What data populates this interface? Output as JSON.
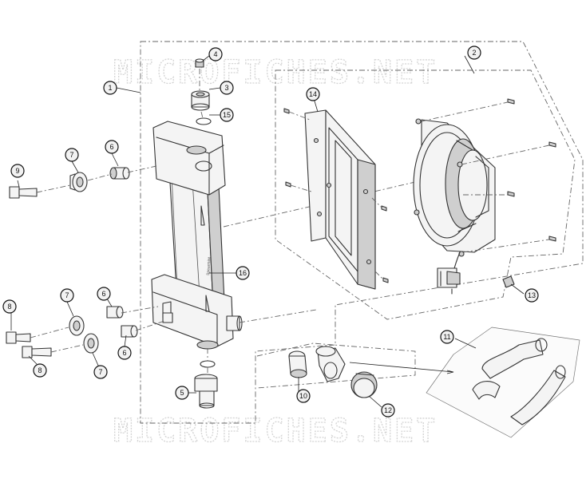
{
  "watermark": {
    "top_text": "MICROFICHES.NET",
    "bottom_text": "MICROFICHES.NET"
  },
  "radiator_brand": "Spearmint",
  "callouts": [
    {
      "id": "c1",
      "label": "1"
    },
    {
      "id": "c2",
      "label": "2"
    },
    {
      "id": "c3",
      "label": "3"
    },
    {
      "id": "c4",
      "label": "4"
    },
    {
      "id": "c5",
      "label": "5"
    },
    {
      "id": "c6a",
      "label": "6"
    },
    {
      "id": "c6b",
      "label": "6"
    },
    {
      "id": "c6c",
      "label": "6"
    },
    {
      "id": "c7a",
      "label": "7"
    },
    {
      "id": "c7b",
      "label": "7"
    },
    {
      "id": "c7c",
      "label": "7"
    },
    {
      "id": "c8a",
      "label": "8"
    },
    {
      "id": "c8b",
      "label": "8"
    },
    {
      "id": "c9",
      "label": "9"
    },
    {
      "id": "c10",
      "label": "10"
    },
    {
      "id": "c11",
      "label": "11"
    },
    {
      "id": "c12",
      "label": "12"
    },
    {
      "id": "c13",
      "label": "13"
    },
    {
      "id": "c14",
      "label": "14"
    },
    {
      "id": "c15",
      "label": "15"
    },
    {
      "id": "c16",
      "label": "16"
    }
  ]
}
